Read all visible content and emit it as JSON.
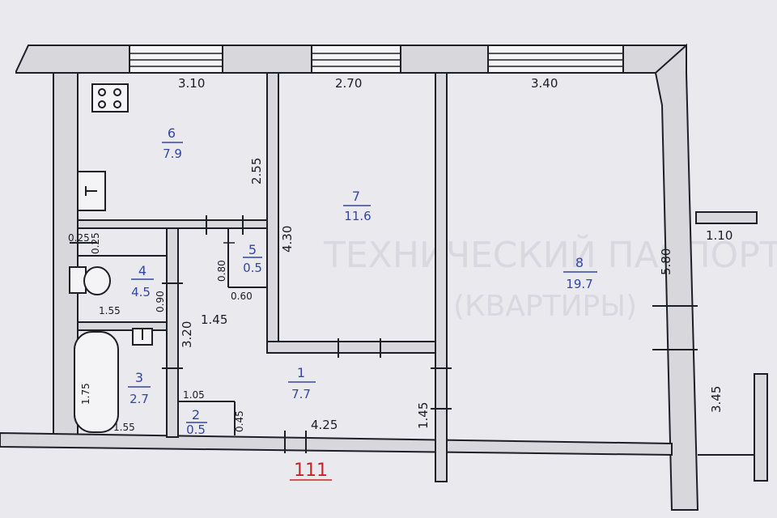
{
  "watermark": {
    "line1": "ТЕХНИЧЕСКИЙ ПАСПОРТ",
    "line2": "(КВАРТИРЫ)"
  },
  "apartment_number": "111",
  "rooms": [
    {
      "number": "1",
      "area": "7.7"
    },
    {
      "number": "2",
      "area": "0.5"
    },
    {
      "number": "3",
      "area": "2.7"
    },
    {
      "number": "4",
      "area": "4.5"
    },
    {
      "number": "5",
      "area": "0.5"
    },
    {
      "number": "6",
      "area": "7.9"
    },
    {
      "number": "7",
      "area": "11.6"
    },
    {
      "number": "8",
      "area": "19.7"
    }
  ],
  "dimensions": {
    "kitchen_width": "3.10",
    "room7_width": "2.70",
    "room8_width": "3.40",
    "kitchen_depth": "2.55",
    "room7_depth": "4.30",
    "room8_depth": "5.80",
    "balcony_width": "1.10",
    "balcony_depth": "3.45",
    "hall_width": "1.45",
    "hall_length": "3.20",
    "hall_bottom": "4.25",
    "hall_right": "1.45",
    "closet_height": "0.80",
    "closet_width": "0.60",
    "wc_width": "1.55",
    "wc_small_a": "0.25",
    "wc_small_b": "0.25",
    "wc_depth": "0.90",
    "bath_width": "1.55",
    "bath_length": "1.75",
    "niche_width": "1.05",
    "niche_depth": "0.45"
  }
}
